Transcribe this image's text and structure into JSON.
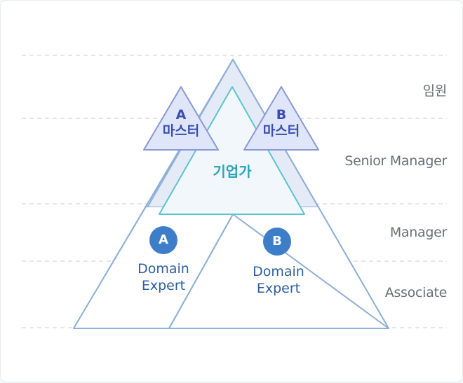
{
  "levels": {
    "executive": "임원",
    "senior_manager": "Senior Manager",
    "manager": "Manager",
    "associate": "Associate"
  },
  "masters": {
    "a": {
      "letter": "A",
      "label": "마스터"
    },
    "b": {
      "letter": "B",
      "label": "마스터"
    }
  },
  "entrepreneur": "기업가",
  "domain_experts": {
    "a": {
      "badge": "A",
      "line1": "Domain",
      "line2": "Expert"
    },
    "b": {
      "badge": "B",
      "line1": "Domain",
      "line2": "Expert"
    }
  },
  "colors": {
    "guide_line": "#cfd3d8",
    "outline_blue": "#8fb0d8",
    "entrepreneur_outline": "#5cc3cf",
    "master_fill": "#dfe6f9",
    "master_stroke": "#8a98d6",
    "badge": "#3e7ec9"
  }
}
